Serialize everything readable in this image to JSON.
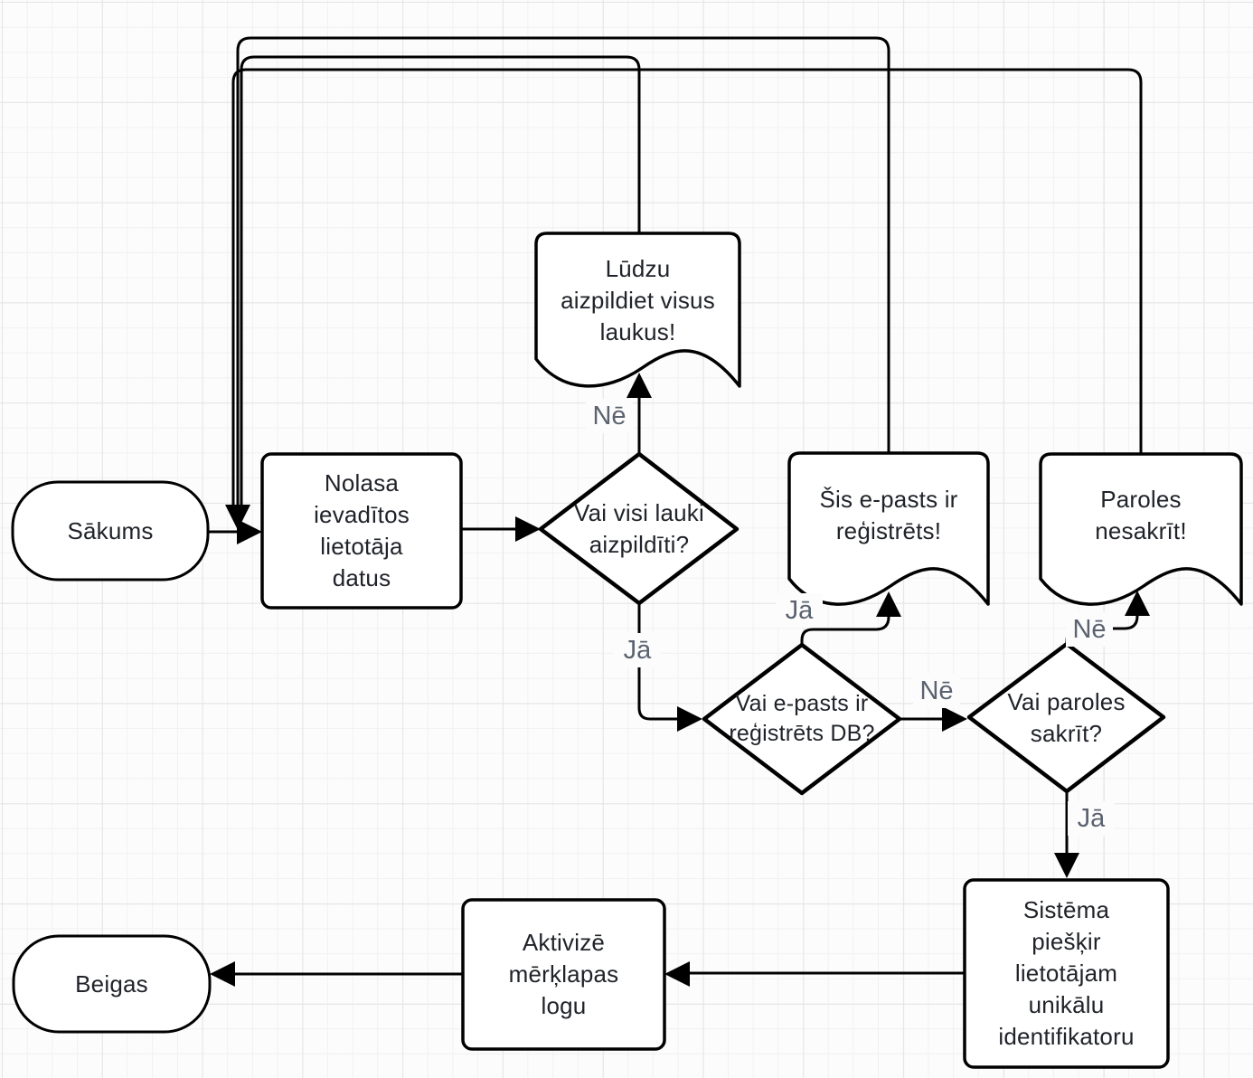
{
  "canvas": {
    "background_color": "#fcfcfc",
    "grid_minor_color": "#f1f1f1",
    "grid_major_color": "#e5e5e5",
    "shape_stroke_color": "#000000",
    "shape_fill_color": "#ffffff",
    "node_text_color": "#202329",
    "edge_label_color": "#5b6370"
  },
  "nodes": {
    "start": {
      "type": "terminator",
      "label": "Sākums"
    },
    "read_input": {
      "type": "process",
      "label": "Nolasa\nievadītos\nlietotāja\ndatus"
    },
    "fields_filled": {
      "type": "decision",
      "label": "Vai visi lauki\naizpildīti?"
    },
    "fill_fields_msg": {
      "type": "document",
      "label": "Lūdzu\naizpildiet visus\nlaukus!"
    },
    "email_registered": {
      "type": "decision",
      "label": "Vai e-pasts ir\nreģistrēts DB?"
    },
    "email_exists_msg": {
      "type": "document",
      "label": "Šis e-pasts ir\nreģistrēts!"
    },
    "passwords_match": {
      "type": "decision",
      "label": "Vai paroles\nsakrīt?"
    },
    "passwords_msg": {
      "type": "document",
      "label": "Paroles\nnesakrīt!"
    },
    "assign_id": {
      "type": "process",
      "label": "Sistēma\npiešķir\nlietotājam\nunikālu\nidentifikatoru"
    },
    "activate_window": {
      "type": "process",
      "label": "Aktivizē\nmērķlapas\nlogu"
    },
    "end": {
      "type": "terminator",
      "label": "Beigas"
    }
  },
  "edges": [
    {
      "from": "start",
      "to": "read_input",
      "label": ""
    },
    {
      "from": "read_input",
      "to": "fields_filled",
      "label": ""
    },
    {
      "from": "fields_filled",
      "to": "fill_fields_msg",
      "label": "Nē"
    },
    {
      "from": "fields_filled",
      "to": "email_registered",
      "label": "Jā"
    },
    {
      "from": "email_registered",
      "to": "email_exists_msg",
      "label": "Jā"
    },
    {
      "from": "email_registered",
      "to": "passwords_match",
      "label": "Nē"
    },
    {
      "from": "passwords_match",
      "to": "passwords_msg",
      "label": "Nē"
    },
    {
      "from": "passwords_match",
      "to": "assign_id",
      "label": "Jā"
    },
    {
      "from": "assign_id",
      "to": "activate_window",
      "label": ""
    },
    {
      "from": "activate_window",
      "to": "end",
      "label": ""
    },
    {
      "from": "fill_fields_msg",
      "to": "read_input",
      "label": ""
    },
    {
      "from": "email_exists_msg",
      "to": "read_input",
      "label": ""
    },
    {
      "from": "passwords_msg",
      "to": "read_input",
      "label": ""
    }
  ],
  "edge_labels": {
    "no_fields": "Nē",
    "yes_fields": "Jā",
    "yes_email": "Jā",
    "no_email": "Nē",
    "no_passwords": "Nē",
    "yes_passwords": "Jā"
  }
}
